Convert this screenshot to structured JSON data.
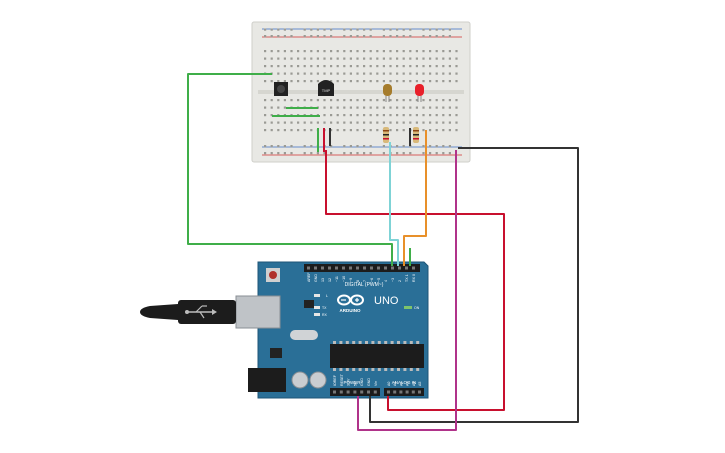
{
  "board": {
    "brand": "UNO",
    "logo_text": "ARDUINO",
    "digital_header": "DIGITAL (PWM~)",
    "power_header": "POWER",
    "analog_header": "ANALOG IN",
    "led_tx": "TX",
    "led_rx": "RX",
    "led_l": "L",
    "led_on": "ON",
    "tmp_label": "TMP",
    "top_pin_labels": [
      "AREF",
      "GND",
      "13",
      "12",
      "~11",
      "~10",
      "~9",
      "8",
      "7",
      "~6",
      "~5",
      "4",
      "~3",
      "2",
      "TX 1",
      "RX 0"
    ],
    "power_pin_labels": [
      "IOREF",
      "RESET",
      "3.3V",
      "5V",
      "GND",
      "GND",
      "Vin"
    ],
    "analog_pin_labels": [
      "A0",
      "A1",
      "A2",
      "A3",
      "A4",
      "A5"
    ]
  },
  "colors": {
    "board": "#2a6f97",
    "breadboard": "#e8e8e4",
    "wire_green": "#3fae49",
    "wire_red": "#c8102e",
    "wire_black": "#333333",
    "wire_teal": "#7fd3d6",
    "wire_orange": "#e8902a",
    "wire_magenta": "#b0338a",
    "led_red": "#e8202a",
    "led_amber": "#a57c2c"
  },
  "icons": {
    "usb": "usb-icon",
    "arduino_logo": "infinity-logo-icon"
  }
}
